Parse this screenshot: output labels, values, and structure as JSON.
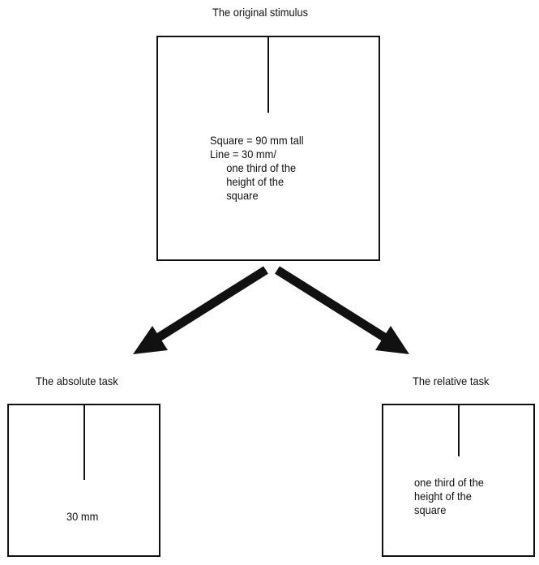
{
  "original": {
    "title": "The original stimulus",
    "text": {
      "line1": "Square = 90 mm tall",
      "line2": "Line = 30 mm/",
      "line3": "one third of the",
      "line4": "height of the",
      "line5": "square"
    }
  },
  "absolute": {
    "title": "The absolute task",
    "value": "30 mm"
  },
  "relative": {
    "title": "The relative task",
    "text": {
      "line1": "one third of the",
      "line2": "height of the",
      "line3": "square"
    }
  },
  "colors": {
    "stroke": "#111111",
    "background": "#ffffff"
  }
}
